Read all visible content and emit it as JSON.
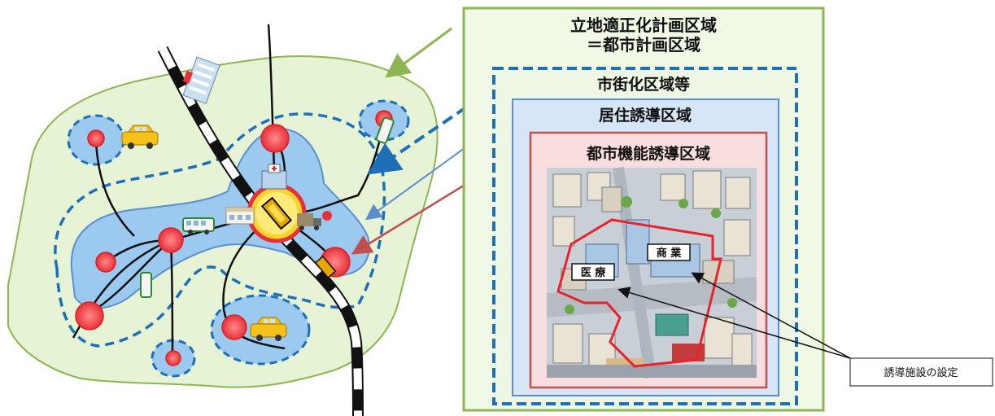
{
  "zones": {
    "planning_area_line1": "立地適正化計画区域",
    "planning_area_line2": "＝都市計画区域",
    "urbanization_area": "市街化区域等",
    "residential_inducement_area": "居住誘導区域",
    "urban_function_inducement_area": "都市機能誘導区域"
  },
  "facility_tags": {
    "commerce": "商 業",
    "medical": "医 療"
  },
  "callout": {
    "label": "誘導施設の設定"
  },
  "colors": {
    "planning_area": "#8db552",
    "urbanization": "#1d6fb8",
    "residential": "#5b8fcf",
    "urban_function": "#c0504d",
    "land_fill": "#e6f3d4",
    "residential_fill": "#9cc9f0",
    "hub_red": "#e8303a"
  },
  "icons": [
    "taxi-icon",
    "bus-icon",
    "hospital-icon",
    "truck-icon",
    "train-track-icon",
    "city-illustration"
  ]
}
